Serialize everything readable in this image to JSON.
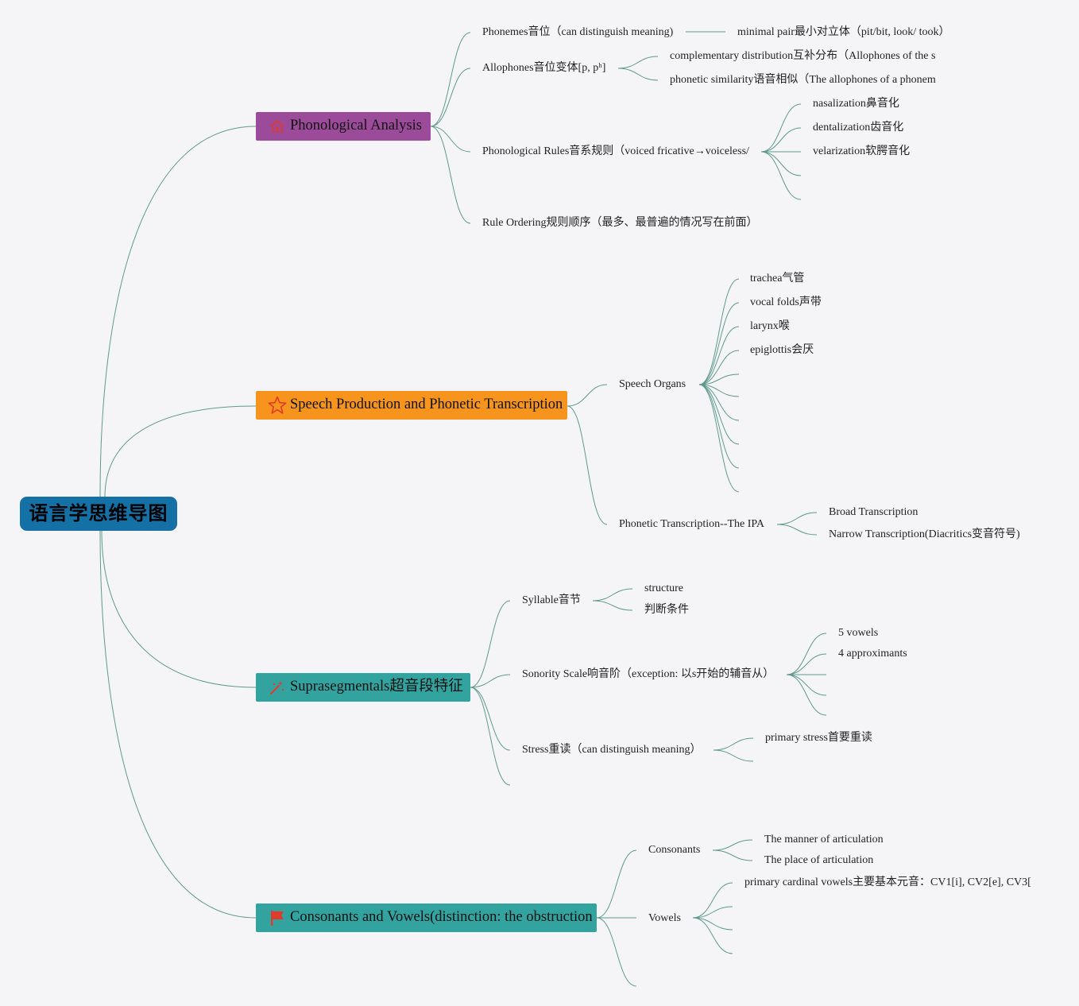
{
  "root": "语言学思维导图",
  "colors": {
    "root": "#1570a6",
    "phonological": "#9c4a9a",
    "speech": "#f7941d",
    "supra": "#33a3a0",
    "consonants": "#33a3a0",
    "line": "#5f9a8c",
    "icon_red": "#e03a2b"
  },
  "branches": {
    "phonological": {
      "title": "Phonological Analysis",
      "icon": "home-icon"
    },
    "speech": {
      "title": "Speech Production and Phonetic Transcription",
      "icon": "star-icon"
    },
    "supra": {
      "title": "Suprasegmentals超音段特征",
      "icon": "magic-wand-icon"
    },
    "consonants": {
      "title": "Consonants and Vowels(distinction: the obstruction",
      "icon": "flag-icon"
    }
  },
  "phonological": {
    "phonemes": "Phonemes音位（can distinguish meaning)",
    "minimal_pair": "minimal pair最小对立体（pit/bit, look/ took）",
    "allophones": "Allophones音位变体[p, pʰ]",
    "complementary": "complementary distribution互补分布（Allophones of the s",
    "similarity": "phonetic similarity语音相似（The allophones of a phonem",
    "rules": "Phonological Rules音系规则（voiced fricative→voiceless/",
    "nasalization": "nasalization鼻音化",
    "dentalization": "dentalization齿音化",
    "velarization": "velarization软腭音化",
    "ordering": "Rule Ordering规则顺序（最多、最普遍的情况写在前面）"
  },
  "speech": {
    "organs": "Speech Organs",
    "trachea": "trachea气管",
    "vocal_folds": "vocal folds声带",
    "larynx": "larynx喉",
    "epiglottis": "epiglottis会厌",
    "ipa": "Phonetic Transcription--The IPA",
    "broad": "Broad Transcription",
    "narrow": "Narrow Transcription(Diacritics变音符号)"
  },
  "supra": {
    "syllable": "Syllable音节",
    "structure": "structure",
    "criteria": "判断条件",
    "sonority": "Sonority Scale响音阶（exception: 以s开始的辅音从）",
    "vowels5": "5 vowels",
    "approx4": "4 approximants",
    "stress": "Stress重读（can distinguish meaning）",
    "primary_stress": "primary stress首要重读"
  },
  "cv": {
    "consonants": "Consonants",
    "manner": "The manner of articulation",
    "place": "The place of articulation",
    "vowels": "Vowels",
    "cardinal": "primary cardinal vowels主要基本元音：CV1[i], CV2[e], CV3["
  }
}
